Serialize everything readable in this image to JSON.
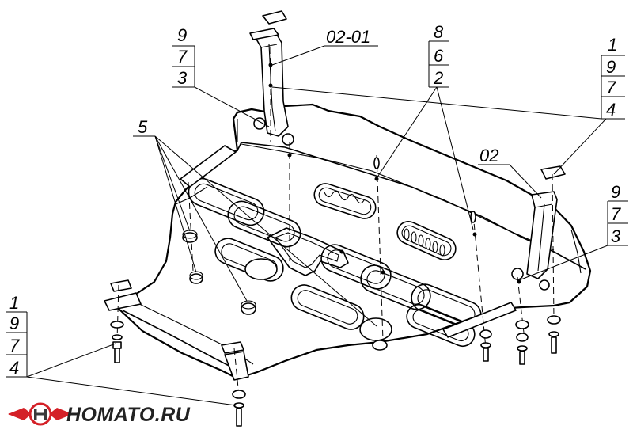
{
  "labels": {
    "stack_left_top": [
      "9",
      "7",
      "3"
    ],
    "part_02_01": "02-01",
    "stack_center": [
      "8",
      "6",
      "2"
    ],
    "stack_right_top": [
      "1",
      "9",
      "7",
      "4"
    ],
    "label_5": "5",
    "part_02": "02",
    "stack_right_mid": [
      "9",
      "7",
      "3"
    ],
    "stack_left_bottom": [
      "1",
      "9",
      "7",
      "4"
    ]
  },
  "logo": {
    "text": "HOMATO.RU",
    "colors": {
      "red": "#d42027",
      "dark": "#3a3a3a"
    }
  }
}
